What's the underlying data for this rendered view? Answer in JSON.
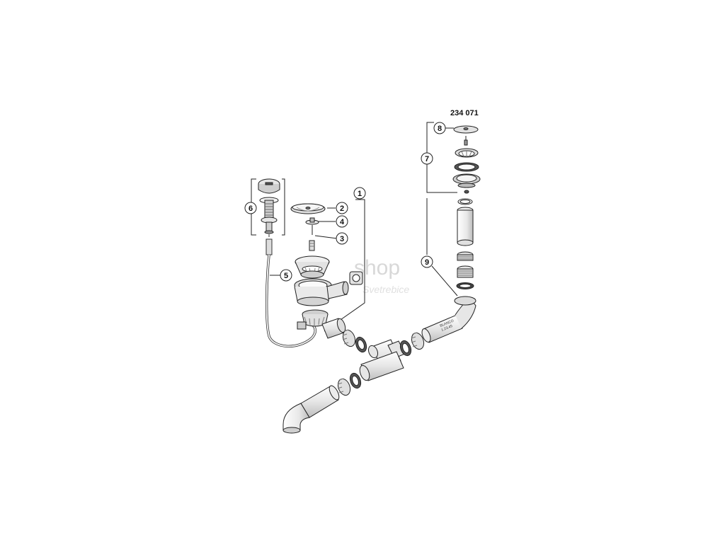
{
  "diagram": {
    "part_number": "234 071",
    "watermark": {
      "line1": "shop",
      "line2": "Svetrebice"
    },
    "pipe_print": {
      "line1": "BLANCO",
      "line2": "1.23.45"
    },
    "callouts": [
      {
        "id": "1",
        "label": "1"
      },
      {
        "id": "2",
        "label": "2"
      },
      {
        "id": "3",
        "label": "3"
      },
      {
        "id": "4",
        "label": "4"
      },
      {
        "id": "5",
        "label": "5"
      },
      {
        "id": "6",
        "label": "6"
      },
      {
        "id": "7",
        "label": "7"
      },
      {
        "id": "8",
        "label": "8"
      },
      {
        "id": "9",
        "label": "9"
      }
    ],
    "colors": {
      "line": "#222222",
      "fill_light": "#f2f2f2",
      "fill_mid": "#cfcfcf",
      "fill_dark": "#555555",
      "watermark": "#d8d8d8"
    }
  }
}
